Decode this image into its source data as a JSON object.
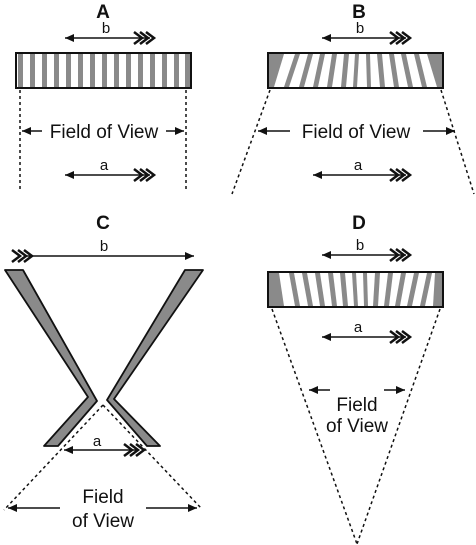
{
  "panels": {
    "A": {
      "label": "A",
      "arrow_b": "b",
      "arrow_a": "a",
      "fov": "Field of View"
    },
    "B": {
      "label": "B",
      "arrow_b": "b",
      "arrow_a": "a",
      "fov": "Field of View"
    },
    "C": {
      "label": "C",
      "arrow_b": "b",
      "arrow_a": "a",
      "fov_line1": "Field",
      "fov_line2": "of View"
    },
    "D": {
      "label": "D",
      "arrow_b": "b",
      "arrow_a": "a",
      "fov_line1": "Field",
      "fov_line2": "of View"
    }
  },
  "colors": {
    "plate_fill": "#ffffff",
    "fiber_fill": "#8a8a8a",
    "stroke": "#111111"
  }
}
